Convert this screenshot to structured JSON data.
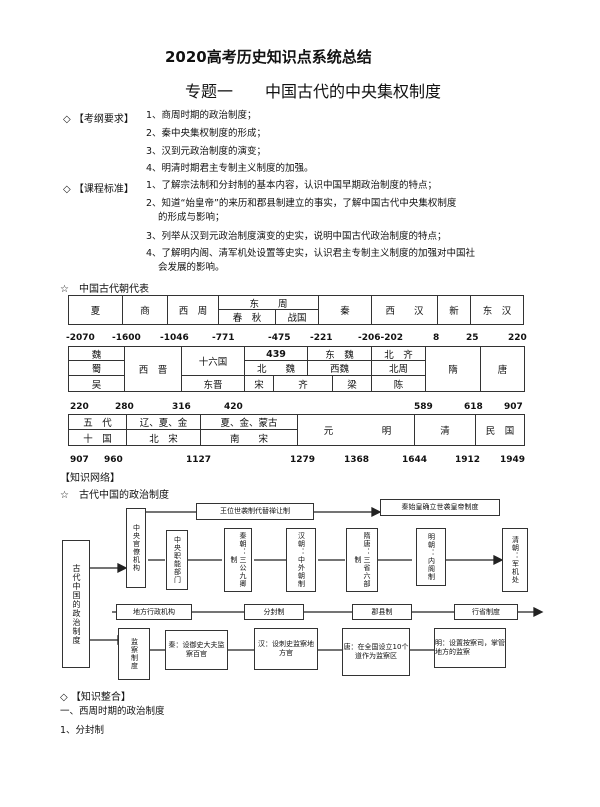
{
  "doc": {
    "title": "2020高考历史知识点系统总结",
    "subtitle": "专题一　　中国古代的中央集权制度",
    "kaogang_label": "◇ 【考纲要求】",
    "kaogang": [
      "1、商周时期的政治制度；",
      "2、秦中央集权制度的形成；",
      "3、汉到元政治制度的演变；",
      "4、明清时期君主专制主义制度的加强。"
    ],
    "kecheng_label": "◇ 【课程标准】",
    "kecheng": [
      "1、了解宗法制和分封制的基本内容，认识中国早期政治制度的特点；",
      "2、知道“始皇帝”的来历和郡县制建立的事实，了解中国古代中央集权制度",
      "的形成与影响；",
      "3、列举从汉到元政治制度演变的史实，说明中国古代政治制度的特点；",
      "4、了解明内阁、清军机处设置等史实，认识君主专制主义制度的加强对中国社",
      "会发展的影响。"
    ],
    "table_heading": "☆　中国古代朝代表",
    "row1": {
      "xia": "夏",
      "shang": "商",
      "xizhou": "西　周",
      "dongzhou": "东　　周",
      "chunqiu": "春　秋",
      "zhanguo": "战国",
      "qin": "秦",
      "xihan": "西　　汉",
      "xin": "新",
      "donghan": "东　汉"
    },
    "years1": [
      "-2070",
      "-1600",
      "-1046",
      "-771",
      "-475",
      "-221",
      "-206-202",
      "8",
      "25",
      "220"
    ],
    "row2": {
      "wei": "魏",
      "shu": "蜀",
      "wu": "吴",
      "xijin": "西　晋",
      "shiliuguo": "十六国",
      "y439": "439",
      "beiwei": "北　　魏",
      "dongjin": "东晋",
      "dongwei": "东　魏",
      "beiqi": "北　齐",
      "xiwei": "西魏",
      "beizhou": "北周",
      "song": "宋",
      "qi": "齐",
      "liang": "梁",
      "chen": "陈",
      "sui": "隋",
      "tang": "唐"
    },
    "years2": [
      "220",
      "280",
      "316",
      "420",
      "589",
      "618",
      "907"
    ],
    "row3": {
      "wudai": "五　代",
      "shiguo": "十　国",
      "liaoxiajin": "辽、夏、金",
      "beisong": "北　宋",
      "xiajinmeng": "夏、金、蒙古",
      "nansong": "南　　宋",
      "yuan": "元",
      "ming": "明",
      "qing": "清",
      "minguo": "民　国"
    },
    "years3": [
      "907",
      "960",
      "1127",
      "1279",
      "1368",
      "1644",
      "1912",
      "1949"
    ],
    "zhishi_wangluo": "【知识网络】",
    "diagram_heading": "☆　古代中国的政治制度",
    "diagram": {
      "root": "古代中国的政治制度",
      "zhongyang": "中央官僚机构",
      "zhongyang_sub": "中央职能部门",
      "wangwei": "王位世袭制代替禅让制",
      "huangdi": "秦始皇确立世袭皇帝制度",
      "qinchao": "秦朝：三公九卿制",
      "hanchao": "汉朝：中外朝制",
      "suitang": "隋唐：三省六部制",
      "mingchao": "明朝：内阁制",
      "qingchao": "清朝：军机处",
      "difang": "地方行政机构",
      "fenfeng": "分封制",
      "junxian": "郡县制",
      "xingsheng": "行省制度",
      "jiancha": "监察制度",
      "j_qin": "秦：设御史大夫监察百官",
      "j_han": "汉：设刺史监察地方官",
      "j_tang": "唐：在全国设立10个道作为监察区",
      "j_ming": "明：设置按察司，掌管地方的监察"
    },
    "zhenghe": "◇ 【知识整合】",
    "part1": "一、西周时期的政治制度",
    "item1": "1、分封制"
  }
}
